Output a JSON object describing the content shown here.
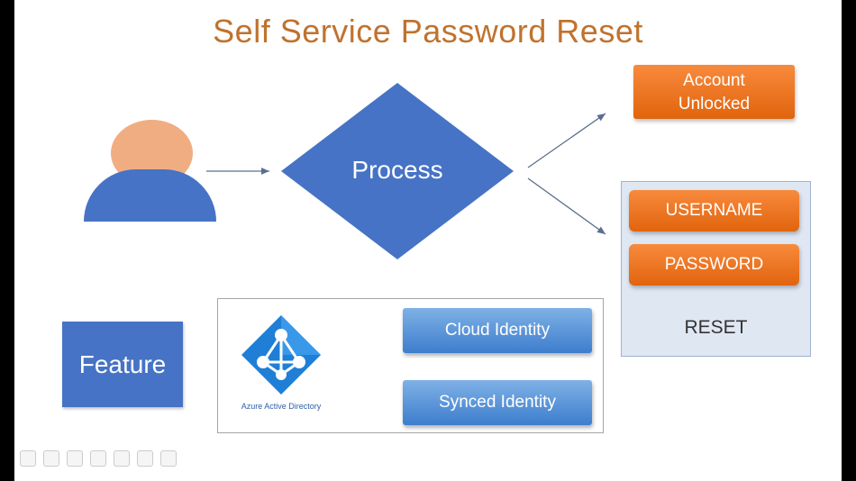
{
  "title": "Self Service Password Reset",
  "process": {
    "label": "Process"
  },
  "outcomes": {
    "account_unlocked": [
      "Account",
      "Unlocked"
    ],
    "username": "USERNAME",
    "password": "PASSWORD",
    "reset": "RESET"
  },
  "feature": {
    "label": "Feature"
  },
  "azure": {
    "caption": "Azure Active Directory",
    "cloud_identity": "Cloud Identity",
    "synced_identity": "Synced Identity"
  },
  "colors": {
    "title": "#c0722e",
    "blue": "#4673c5",
    "orange": "#ef7a25",
    "skin": "#f1ad82"
  },
  "toolbar": {
    "icons": [
      "arrow-left-icon",
      "arrow-right-icon",
      "pen-icon",
      "zoom-icon",
      "search-icon",
      "grid-icon",
      "more-icon"
    ]
  }
}
